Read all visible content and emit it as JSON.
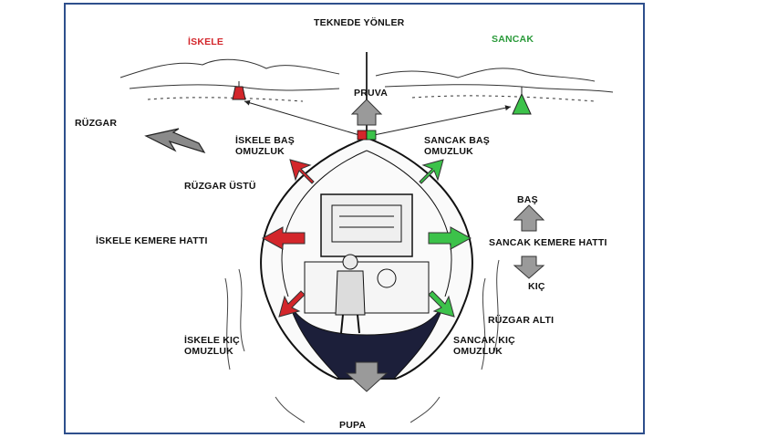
{
  "title": "TEKNEDE YÖNLER",
  "sides": {
    "iskele": "İSKELE",
    "sancak": "SANCAK"
  },
  "directions": {
    "pruva": "PRUVA",
    "pupa": "PUPA",
    "bas": "BAŞ",
    "kic": "KIÇ"
  },
  "wind": {
    "ruzgar": "RÜZGAR",
    "ruzgar_ustu": "RÜZGAR ÜSTÜ",
    "ruzgar_alti": "RÜZGAR ALTI"
  },
  "bearings": {
    "iskele_bas": "İSKELE BAŞ OMUZLUK",
    "sancak_bas": "SANCAK BAŞ OMUZLUK",
    "iskele_kemere": "İSKELE KEMERE HATTI",
    "sancak_kemere": "SANCAK KEMERE HATTI",
    "iskele_kic": "İSKELE KIÇ OMUZLUK",
    "sancak_kic": "SANCAK KIÇ OMUZLUK"
  },
  "colors": {
    "port": "#d3262b",
    "starboard": "#3cc24a",
    "neutral_arrow": "#9a9a9a",
    "frame": "#2e4f8c",
    "hull_dark": "#1c1f3a"
  },
  "icons": [
    "port-buoy-icon",
    "starboard-buoy-icon",
    "wind-arrow-icon",
    "boat-illustration"
  ]
}
